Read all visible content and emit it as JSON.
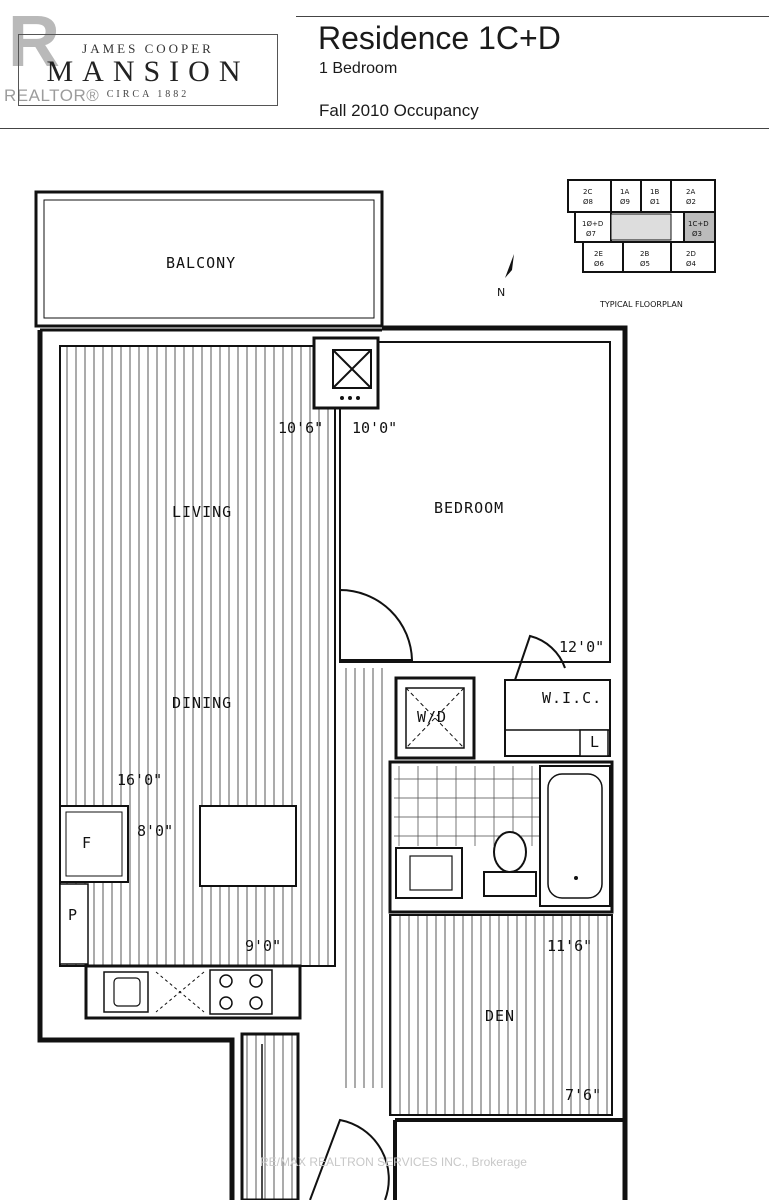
{
  "logo": {
    "top": "JAMES COOPER",
    "main": "MANSION",
    "bottom": "CIRCA 1882"
  },
  "realtor": {
    "mark": "R",
    "word": "REALTOR®"
  },
  "residence": {
    "title": "Residence 1C+D",
    "subtitle": "1 Bedroom",
    "occupancy": "Fall 2010 Occupancy"
  },
  "rooms": {
    "balcony": "BALCONY",
    "living": "LIVING",
    "dining": "DINING",
    "bedroom": "BEDROOM",
    "wic": "W.I.C.",
    "den": "DEN",
    "wd": "W/D",
    "f": "F",
    "p": "P",
    "l": "L"
  },
  "dimensions": {
    "living_width": "10'6\"",
    "bedroom_width": "10'0\"",
    "bedroom_length": "12'0\"",
    "living_length": "16'0\"",
    "dining_width": "8'0\"",
    "kitchen": "9'0\"",
    "den_length": "11'6\"",
    "den_width": "7'6\""
  },
  "keyplan": {
    "compass": "N",
    "caption": "TYPICAL FLOORPLAN",
    "units": [
      "2C\n08",
      "1A\n09",
      "1B\n01",
      "2A\n02",
      "1D+D\n07",
      "1C+D\n03",
      "2E\n06",
      "2B\n05",
      "2D\n04"
    ]
  },
  "watermark": "RE/MAX REALTRON SERVICES INC., Brokerage"
}
